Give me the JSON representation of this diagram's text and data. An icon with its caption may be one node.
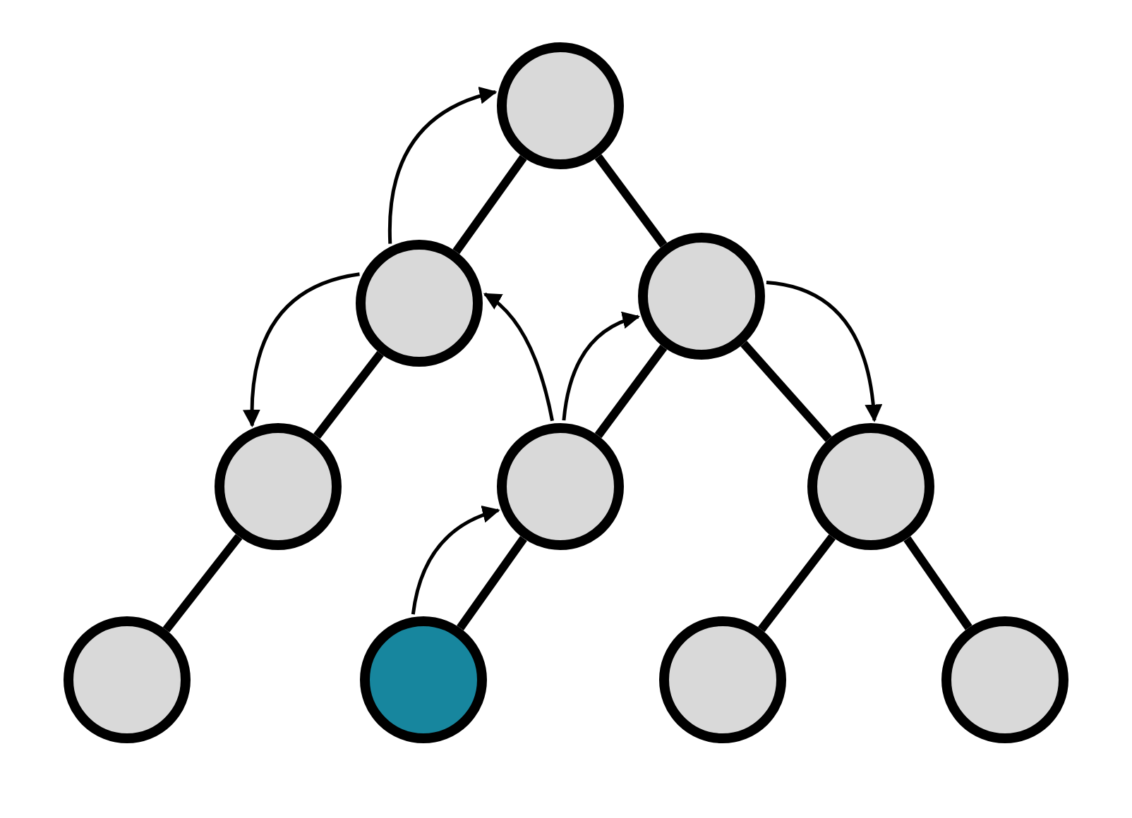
{
  "diagram": {
    "nodes": [
      {
        "text": [],
        "shape": "circle"
      },
      {
        "text": [],
        "shape": "circle"
      },
      {
        "text": [],
        "shape": "circle"
      },
      {
        "text": [],
        "shape": "circle"
      },
      {
        "text": [],
        "shape": "circle"
      },
      {
        "text": [],
        "shape": "circle"
      },
      {
        "text": [],
        "shape": "circle"
      },
      {
        "text": [],
        "shape": "circle"
      },
      {
        "text": [],
        "shape": "circle"
      },
      {
        "text": [],
        "shape": "circle"
      }
    ],
    "edges": [
      {
        "from": 0,
        "to": 1,
        "arrow": "none"
      },
      {
        "from": 0,
        "to": 2,
        "arrow": "none"
      },
      {
        "from": 1,
        "to": 3,
        "arrow": "none"
      },
      {
        "from": 2,
        "to": 4,
        "arrow": "none"
      },
      {
        "from": 2,
        "to": 5,
        "arrow": "none"
      },
      {
        "from": 3,
        "to": 6,
        "arrow": "none"
      },
      {
        "from": 4,
        "to": 7,
        "arrow": "none"
      },
      {
        "from": 5,
        "to": 8,
        "arrow": "none"
      },
      {
        "from": 5,
        "to": 9,
        "arrow": "none"
      },
      {
        "from": 7,
        "to": 4,
        "arrow": "to"
      },
      {
        "from": 4,
        "to": 1,
        "arrow": "to"
      },
      {
        "from": 4,
        "to": 2,
        "arrow": "to"
      },
      {
        "from": 1,
        "to": 0,
        "arrow": "to"
      },
      {
        "from": 1,
        "to": 3,
        "arrow": "to"
      },
      {
        "from": 2,
        "to": 5,
        "arrow": "to"
      }
    ]
  }
}
